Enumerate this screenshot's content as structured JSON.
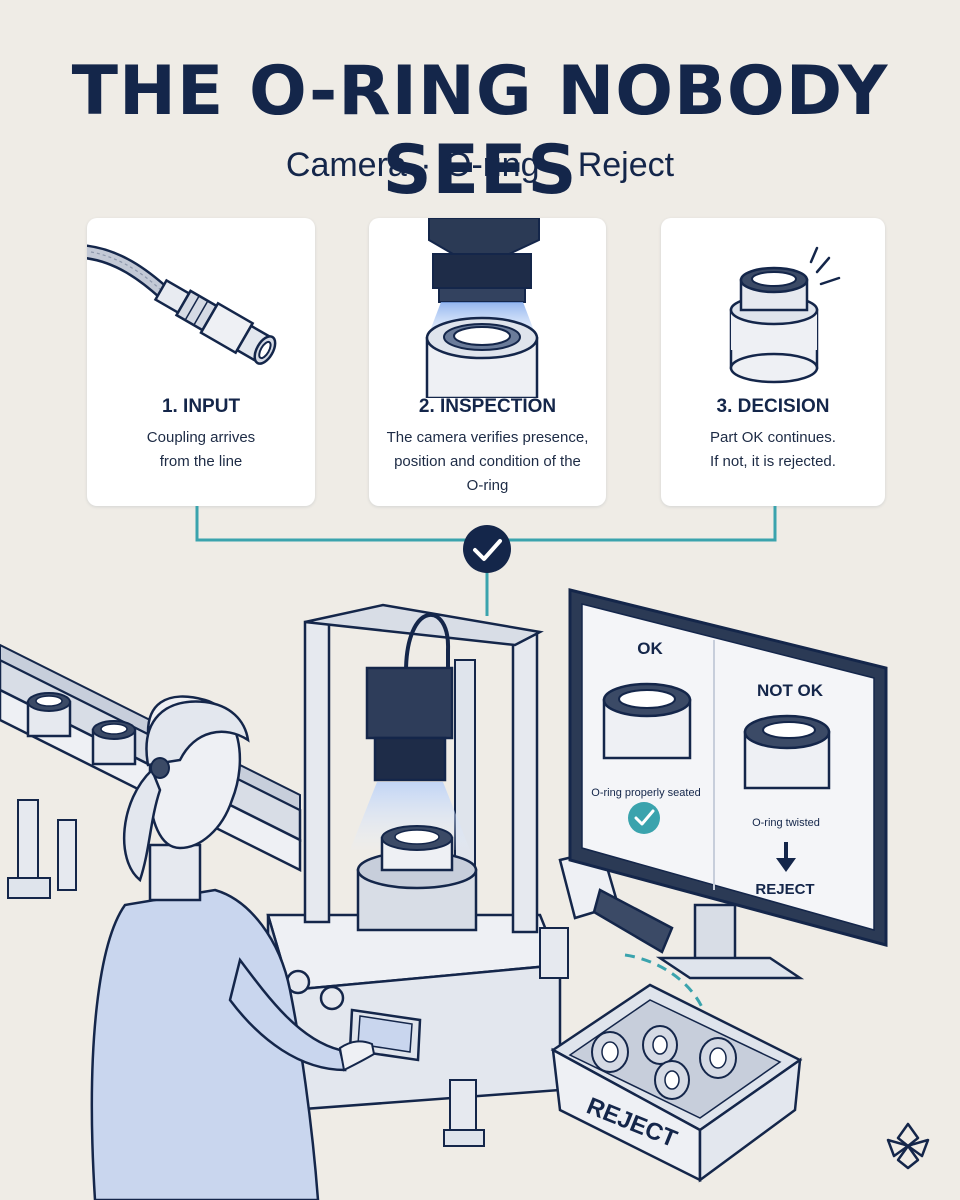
{
  "title": "THE O-RING NOBODY SEES",
  "subtitle": "Camera · O-ring · Reject",
  "steps": [
    {
      "title": "1. INPUT",
      "lines": [
        "Coupling arrives",
        "from the line"
      ]
    },
    {
      "title": "2. INSPECTION",
      "lines": [
        "The camera verifies presence,",
        "position and condition of the",
        "O-ring"
      ]
    },
    {
      "title": "3. DECISION",
      "lines": [
        "Part OK continues.",
        "If not, it is rejected."
      ]
    }
  ],
  "monitor": {
    "ok_label": "OK",
    "ok_caption": "O-ring properly seated",
    "notok_label": "NOT OK",
    "notok_caption": "O-ring twisted",
    "reject_label": "REJECT"
  },
  "bin_label": "REJECT",
  "colors": {
    "navy": "#14264a",
    "teal": "#3aa3ad",
    "background": "#efece6",
    "light_blue": "#c9d6ee"
  },
  "icons": [
    "check-icon",
    "brand-logo-icon",
    "arrow-down-icon"
  ]
}
